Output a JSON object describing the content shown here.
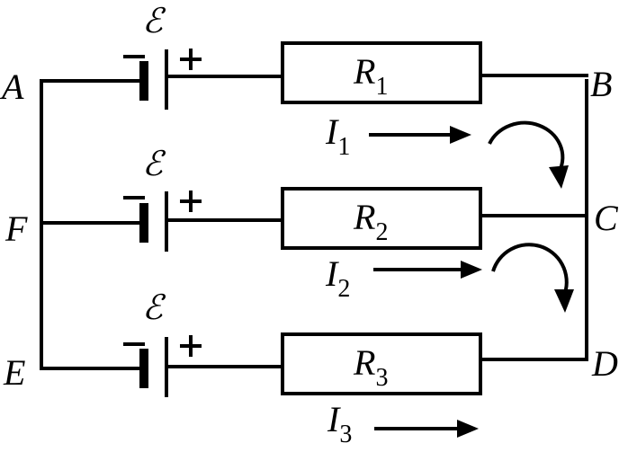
{
  "emf_symbol": "ℰ",
  "nodes": {
    "A": "A",
    "B": "B",
    "C": "C",
    "D": "D",
    "E": "E",
    "F": "F"
  },
  "polarity": {
    "minus": "−",
    "plus": "+"
  },
  "resistors": [
    {
      "letter": "R",
      "sub": "1"
    },
    {
      "letter": "R",
      "sub": "2"
    },
    {
      "letter": "R",
      "sub": "3"
    }
  ],
  "currents": [
    {
      "letter": "I",
      "sub": "1"
    },
    {
      "letter": "I",
      "sub": "2"
    },
    {
      "letter": "I",
      "sub": "3"
    }
  ],
  "loops": [
    "clockwise",
    "clockwise"
  ]
}
